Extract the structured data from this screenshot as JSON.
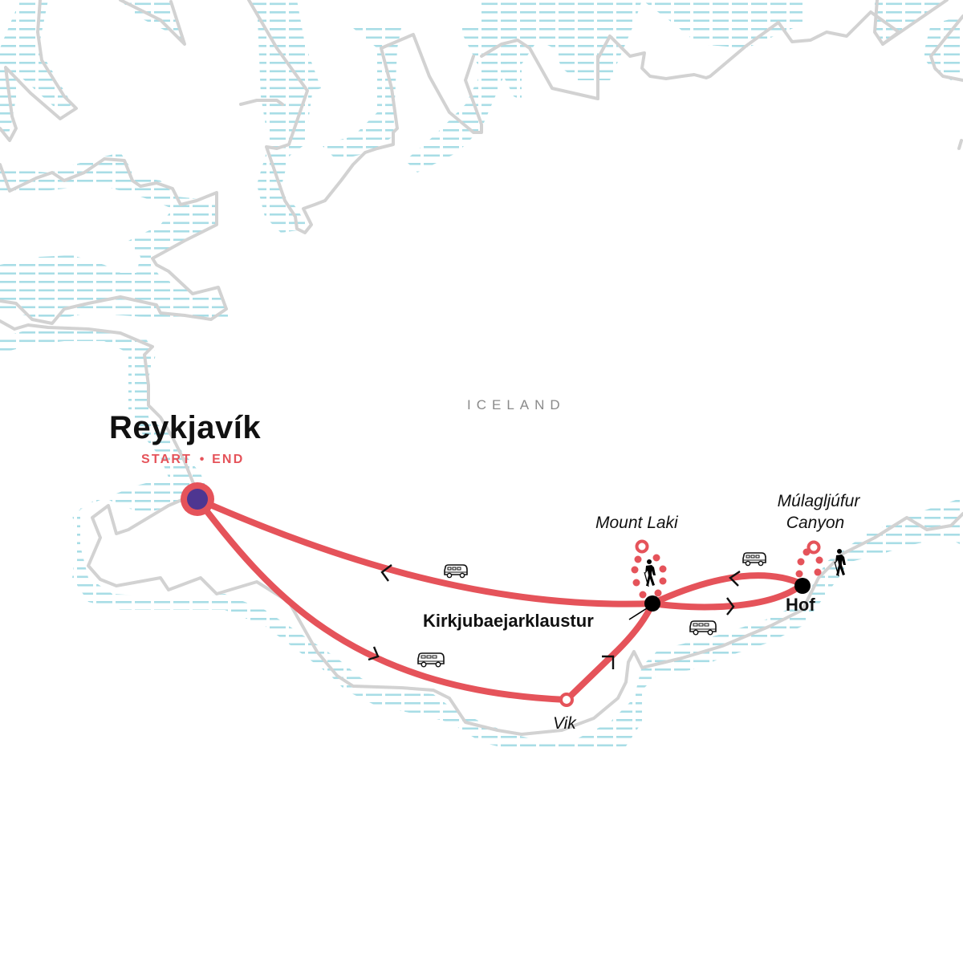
{
  "map": {
    "country_label": "ICELAND",
    "colors": {
      "route": "#e5535a",
      "start_fill": "#4e3691",
      "coastline": "#d2d2d2",
      "water_hatch": "#a8dde6",
      "stop": "#000000",
      "text": "#111111",
      "country_label": "#8a8a8a"
    },
    "start_end": {
      "name": "Reykjavík",
      "tag_start": "START",
      "tag_separator": "•",
      "tag_end": "END"
    },
    "stops": [
      {
        "name": "Kirkjubaejarklaustur",
        "type": "overnight"
      },
      {
        "name": "Hof",
        "type": "overnight"
      },
      {
        "name": "Vik",
        "type": "waypoint"
      }
    ],
    "pois": [
      {
        "name": "Mount Laki",
        "activity": "hiking"
      },
      {
        "name_line1": "Múlagljúfur",
        "name_line2": "Canyon",
        "activity": "hiking"
      }
    ],
    "legs": [
      {
        "from": "Reykjavík",
        "to": "Vik",
        "mode": "bus"
      },
      {
        "from": "Vik",
        "to": "Kirkjubaejarklaustur",
        "mode": "bus"
      },
      {
        "from": "Kirkjubaejarklaustur",
        "to": "Hof",
        "mode": "bus"
      },
      {
        "from": "Hof",
        "to": "Kirkjubaejarklaustur",
        "mode": "bus"
      },
      {
        "from": "Kirkjubaejarklaustur",
        "to": "Reykjavík",
        "mode": "bus"
      }
    ],
    "icons": [
      "bus-icon",
      "hiker-icon",
      "direction-arrow-icon"
    ]
  }
}
